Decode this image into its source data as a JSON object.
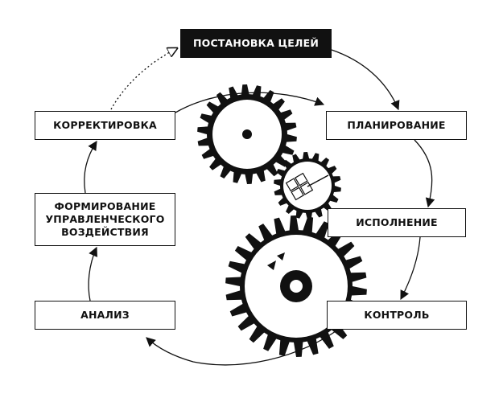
{
  "diagram": {
    "goal_setting": "ПОСТАНОВКА ЦЕЛЕЙ",
    "planning": "ПЛАНИРОВАНИЕ",
    "execution": "ИСПОЛНЕНИЕ",
    "control": "КОНТРОЛЬ",
    "analysis": "АНАЛИЗ",
    "management_action": [
      "ФОРМИРОВАНИЕ",
      "УПРАВЛЕНЧЕСКОГО",
      "ВОЗДЕЙСТВИЯ"
    ],
    "correction": "КОРРЕКТИРОВКА"
  }
}
